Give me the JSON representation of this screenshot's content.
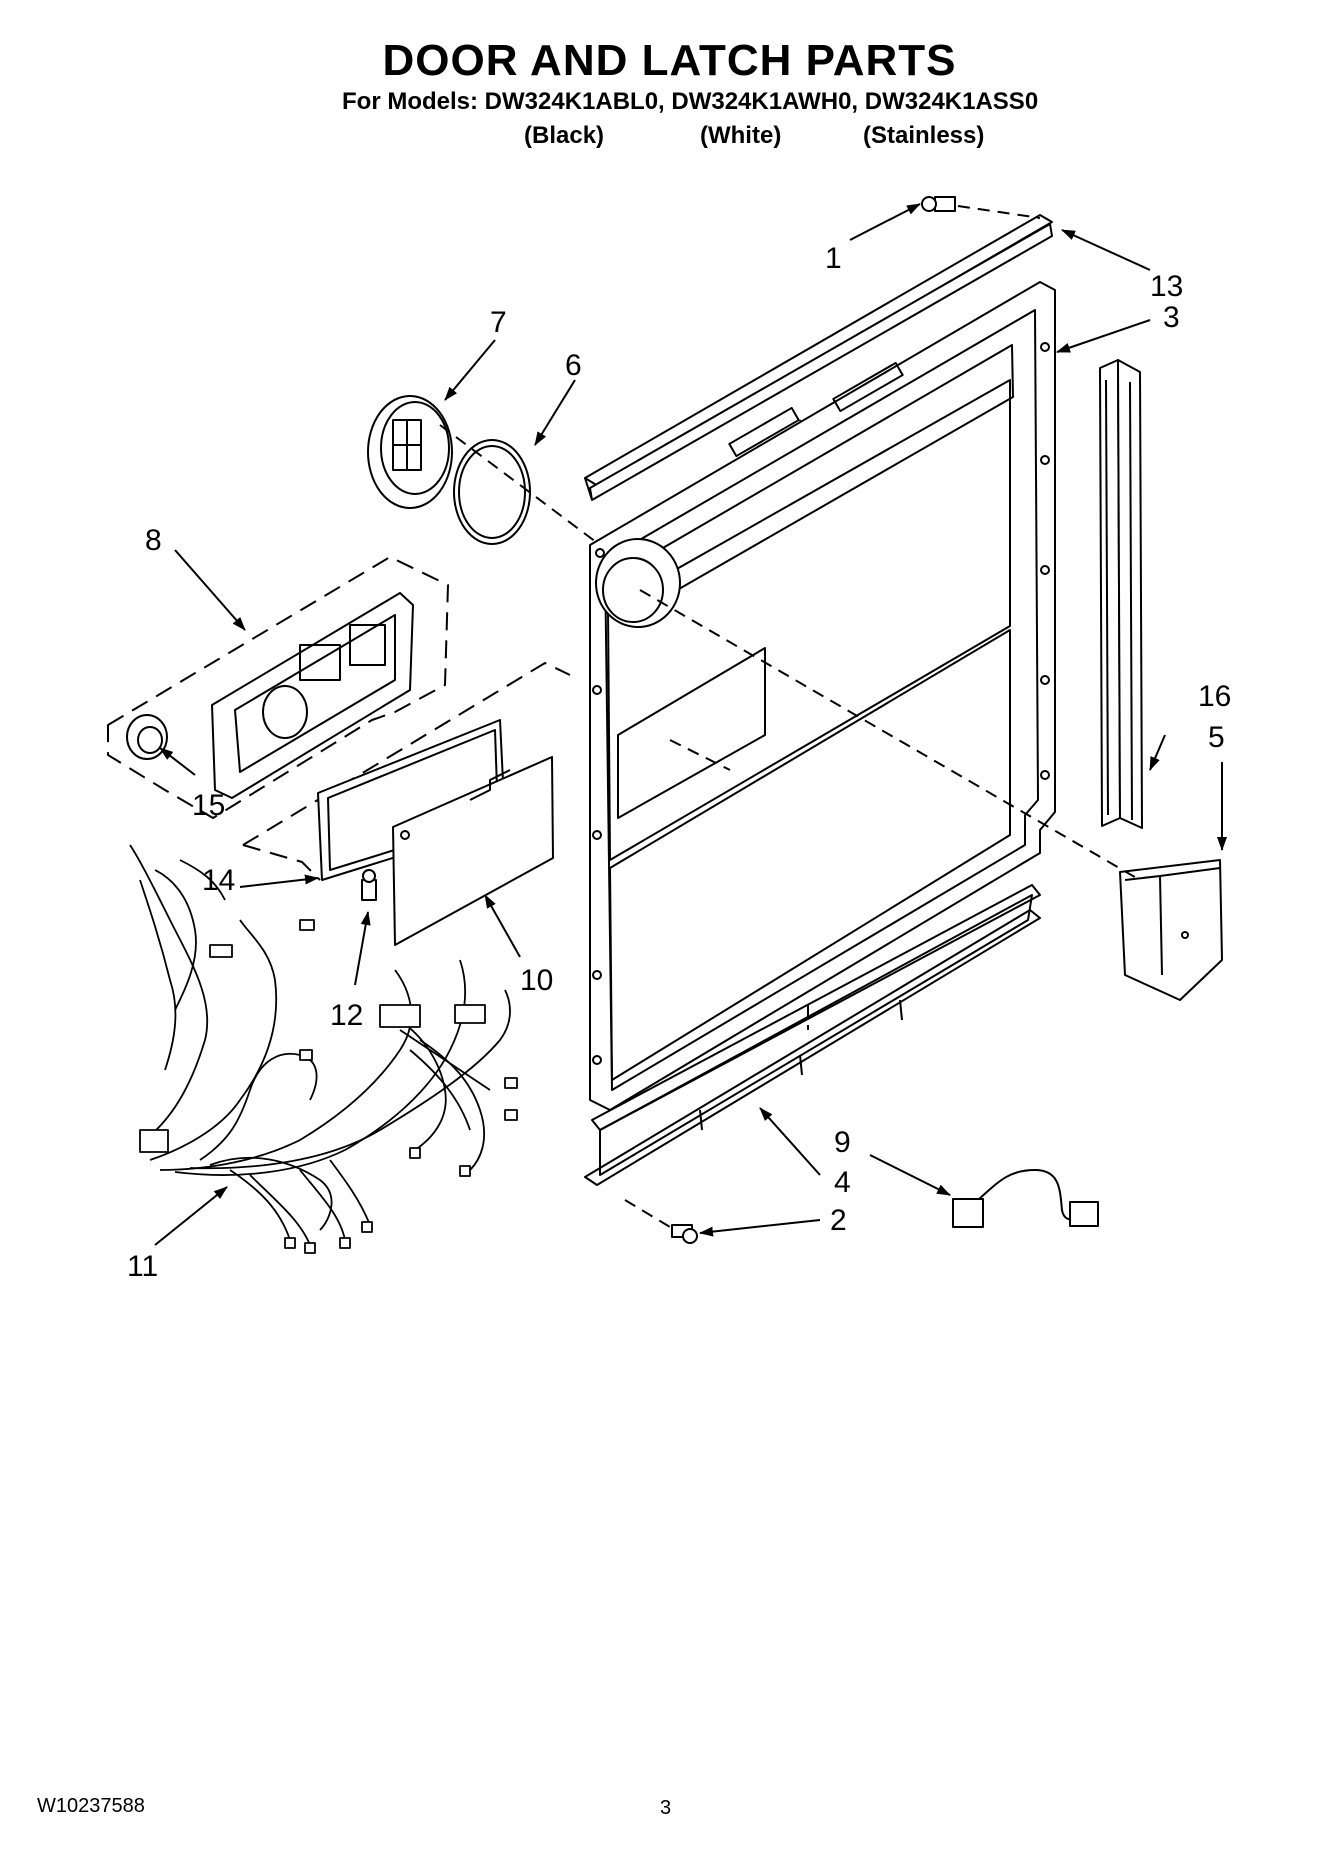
{
  "header": {
    "title": "DOOR AND LATCH PARTS",
    "models_line": "For Models: DW324K1ABL0, DW324K1AWH0, DW324K1ASS0",
    "variants": [
      "(Black)",
      "(White)",
      "(Stainless)"
    ]
  },
  "callouts": {
    "c1": "1",
    "c2": "2",
    "c3": "3",
    "c4": "4",
    "c5": "5",
    "c6": "6",
    "c7": "7",
    "c8": "8",
    "c9": "9",
    "c10": "10",
    "c11": "11",
    "c12": "12",
    "c13": "13",
    "c14": "14",
    "c15": "15",
    "c16": "16"
  },
  "footer": {
    "doc_number": "W10237588",
    "page_number": "3"
  }
}
